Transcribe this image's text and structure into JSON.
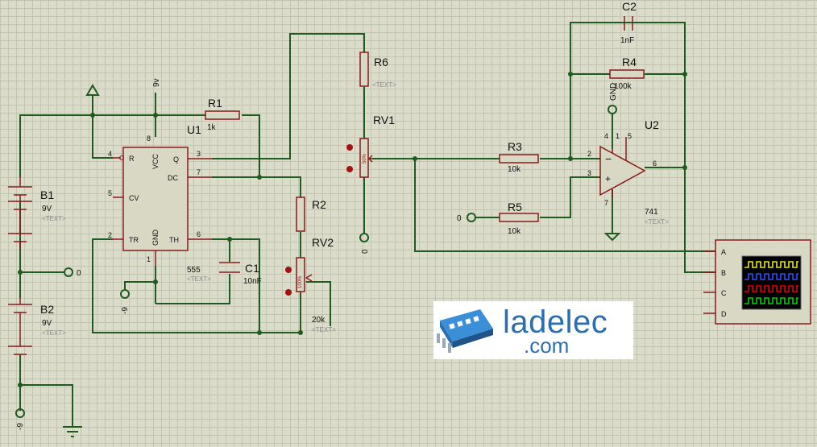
{
  "components": {
    "B1": {
      "ref": "B1",
      "value": "9V",
      "text": "<TEXT>"
    },
    "B2": {
      "ref": "B2",
      "value": "9V",
      "text": "<TEXT>"
    },
    "U1": {
      "ref": "U1",
      "part": "555",
      "text": "<TEXT>",
      "pins": {
        "R": "R",
        "CV": "CV",
        "TR": "TR",
        "VCC": "VCC",
        "Q": "Q",
        "DC": "DC",
        "TH": "TH",
        "GND": "GND"
      },
      "pin_nums": {
        "p4": "4",
        "p5": "5",
        "p2": "2",
        "p8": "8",
        "p3": "3",
        "p7": "7",
        "p6": "6",
        "p1": "1"
      }
    },
    "R1": {
      "ref": "R1",
      "value": "1k"
    },
    "R2": {
      "ref": "R2"
    },
    "RV2": {
      "ref": "RV2",
      "value": "20k",
      "text": "<TEXT>",
      "wiper": "100%"
    },
    "C1": {
      "ref": "C1",
      "value": "10nF"
    },
    "R6": {
      "ref": "R6",
      "text": "<TEXT>"
    },
    "RV1": {
      "ref": "RV1",
      "wiper": "50%"
    },
    "R3": {
      "ref": "R3",
      "value": "10k"
    },
    "R5": {
      "ref": "R5",
      "value": "10k"
    },
    "R4": {
      "ref": "R4",
      "value": "100k"
    },
    "C2": {
      "ref": "C2",
      "value": "1nF"
    },
    "U2": {
      "ref": "U2",
      "part": "741",
      "text": "<TEXT>",
      "pin_nums": {
        "p2": "2",
        "p3": "3",
        "p4": "4",
        "p5": "5",
        "p6": "6",
        "p7": "7",
        "p1": "1"
      },
      "minus": "−",
      "plus": "+"
    }
  },
  "terminals": {
    "vcc_label": "9v",
    "mid_zero": "0",
    "neg9_left": "-9",
    "neg9_c1": "-9",
    "rv1_zero": "0",
    "r5_zero": "0",
    "u2_gnd": "GND"
  },
  "scope": {
    "channels": [
      "A",
      "B",
      "C",
      "D"
    ],
    "trace_colors": [
      "#e8e800",
      "#2e4dff",
      "#e00000",
      "#00d000"
    ]
  },
  "watermark": {
    "brand": "ladelec",
    "domain": ".com",
    "colors": {
      "brand": "#2b6fb0",
      "icon": "#3a8fd8"
    }
  }
}
